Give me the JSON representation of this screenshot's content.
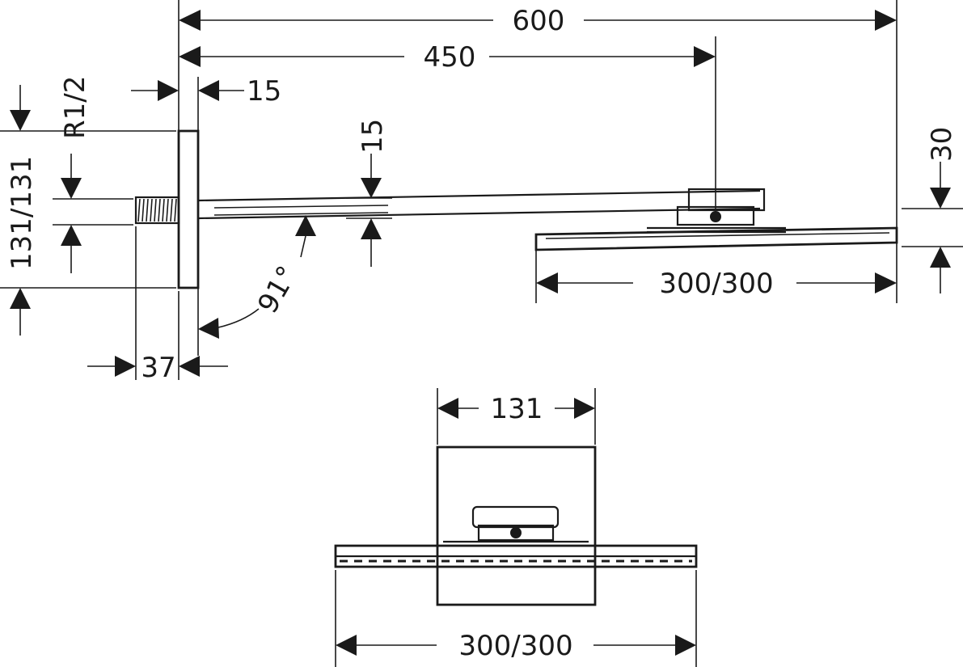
{
  "dimensions": {
    "overall_length": "600",
    "arm_length": "450",
    "plate_offset": "15",
    "thread": "R1/2",
    "wall_plate_height": "131/131",
    "arm_height": "15",
    "head_drop": "30",
    "head_side_size": "300/300",
    "angle": "91°",
    "connector_depth": "37",
    "plate_width_front": "131",
    "head_front_size": "300/300"
  }
}
